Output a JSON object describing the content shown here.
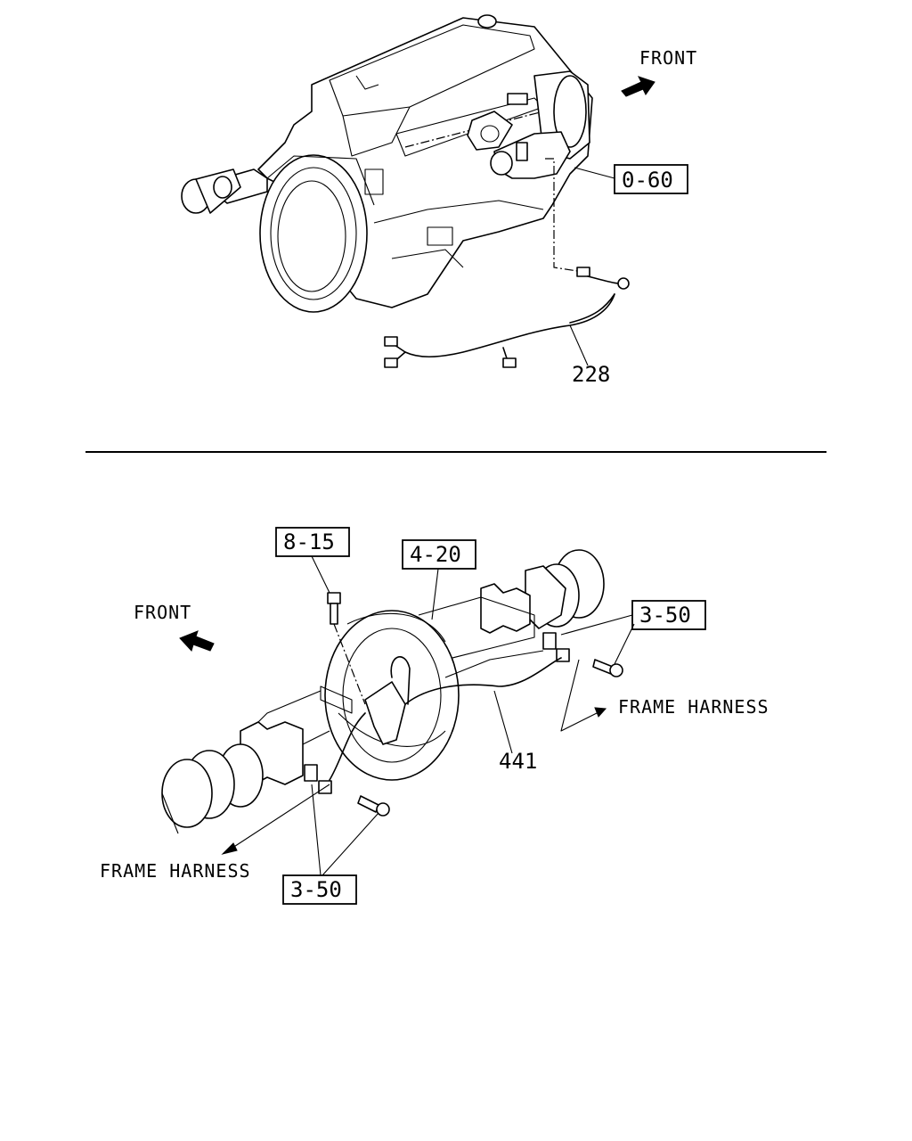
{
  "top_section": {
    "front_label": "FRONT",
    "ref_box_engine": "0-60",
    "part_harness": "228"
  },
  "bottom_section": {
    "front_label": "FRONT",
    "ref_box_bolt": "8-15",
    "ref_box_axle": "4-20",
    "ref_box_right": "3-50",
    "ref_box_left": "3-50",
    "part_wire": "441",
    "frame_harness_right": "FRAME HARNESS",
    "frame_harness_left": "FRAME HARNESS"
  },
  "icons": [
    "front-arrow-icon",
    "engine-illustration",
    "rear-axle-illustration"
  ]
}
